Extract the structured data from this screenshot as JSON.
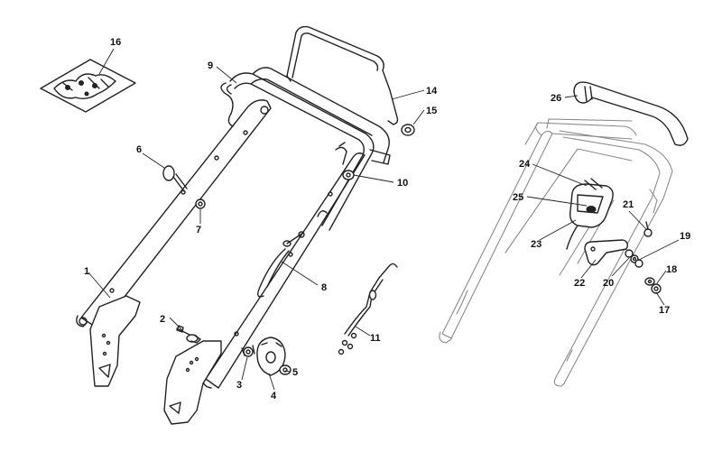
{
  "diagram": {
    "callouts": [
      "1",
      "2",
      "3",
      "4",
      "5",
      "6",
      "7",
      "8",
      "9",
      "10",
      "11",
      "14",
      "15",
      "16",
      "17",
      "18",
      "19",
      "20",
      "21",
      "22",
      "23",
      "24",
      "25",
      "26"
    ]
  }
}
